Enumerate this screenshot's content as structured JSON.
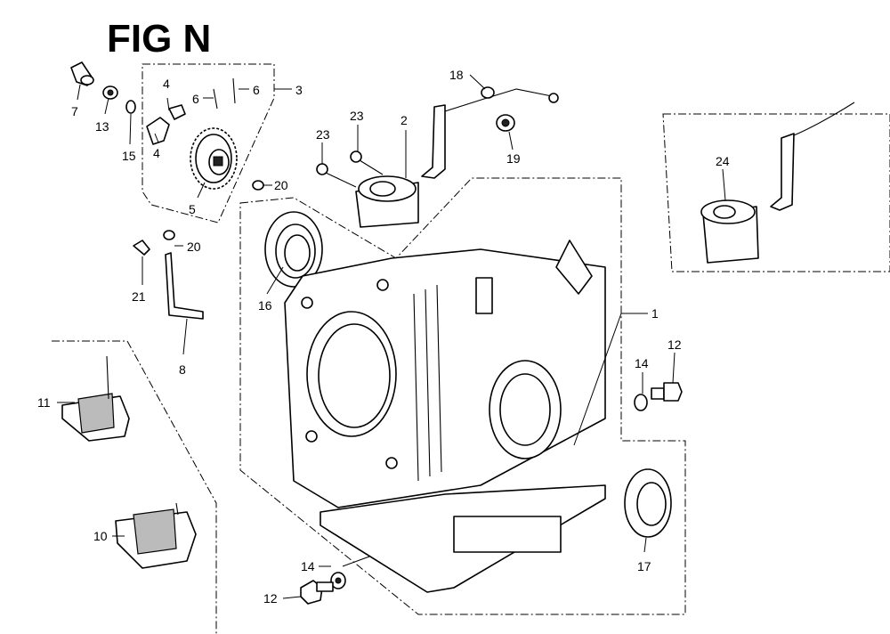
{
  "figure": {
    "title": "FIG N"
  },
  "callouts": [
    {
      "id": "c7",
      "label": "7"
    },
    {
      "id": "c13",
      "label": "13"
    },
    {
      "id": "c15",
      "label": "15"
    },
    {
      "id": "c4a",
      "label": "4"
    },
    {
      "id": "c4b",
      "label": "4"
    },
    {
      "id": "c6a",
      "label": "6"
    },
    {
      "id": "c6b",
      "label": "6"
    },
    {
      "id": "c3",
      "label": "3"
    },
    {
      "id": "c5",
      "label": "5"
    },
    {
      "id": "c20a",
      "label": "20"
    },
    {
      "id": "c20b",
      "label": "20"
    },
    {
      "id": "c18",
      "label": "18"
    },
    {
      "id": "c23a",
      "label": "23"
    },
    {
      "id": "c23b",
      "label": "23"
    },
    {
      "id": "c2",
      "label": "2"
    },
    {
      "id": "c19",
      "label": "19"
    },
    {
      "id": "c24",
      "label": "24"
    },
    {
      "id": "c16",
      "label": "16"
    },
    {
      "id": "c21",
      "label": "21"
    },
    {
      "id": "c8",
      "label": "8"
    },
    {
      "id": "c1",
      "label": "1"
    },
    {
      "id": "c14a",
      "label": "14"
    },
    {
      "id": "c12a",
      "label": "12"
    },
    {
      "id": "c11",
      "label": "11"
    },
    {
      "id": "c10",
      "label": "10"
    },
    {
      "id": "c17",
      "label": "17"
    },
    {
      "id": "c14b",
      "label": "14"
    },
    {
      "id": "c12b",
      "label": "12"
    }
  ]
}
